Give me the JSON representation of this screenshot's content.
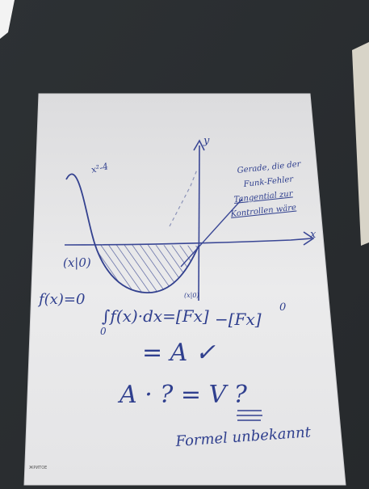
{
  "photo": {
    "colors": {
      "desk": "#2b2e31",
      "paper": "#e9e9ea",
      "ink": "#2f3f8e"
    },
    "notes": {
      "axis_y": "y",
      "axis_x": "x",
      "curve_label": "x²-4",
      "tangent_note_1": "Gerade, die der",
      "tangent_note_2": "Funk-Fehler",
      "tangent_note_3": "Tangential zur",
      "tangent_note_4": "Kontrollen wäre",
      "point_label": "(x|0)",
      "condition": "f(x)=0",
      "upper_bound": "(x|0)",
      "integral_left": "∫f(x)·dx=[Fx]",
      "integral_right": "−[Fx]",
      "exponent": "0",
      "lower_limit": "0",
      "result": "= A ✓",
      "question": "A · ? = V ?",
      "formula_unknown": "Formel unbekannt",
      "corner_stamp": "ЖРИТОЕ"
    }
  }
}
